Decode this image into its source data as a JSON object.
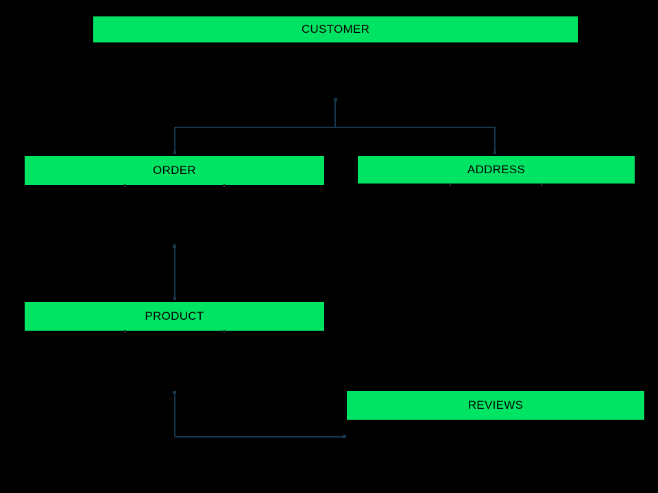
{
  "diagram": {
    "type": "entity-diagram",
    "background_color": "#000000",
    "node_fill_color": "#00e464",
    "node_text_color": "#000000",
    "connector_color": "#17384c",
    "nodes": {
      "customer": {
        "label": "CUSTOMER"
      },
      "order": {
        "label": "ORDER"
      },
      "address": {
        "label": "ADDRESS"
      },
      "product": {
        "label": "PRODUCT"
      },
      "reviews": {
        "label": "REVIEWS"
      }
    },
    "edges": [
      {
        "from": "CUSTOMER",
        "to": "ORDER"
      },
      {
        "from": "CUSTOMER",
        "to": "ADDRESS"
      },
      {
        "from": "ORDER",
        "to": "PRODUCT"
      },
      {
        "from": "PRODUCT",
        "to": "REVIEWS"
      }
    ]
  }
}
